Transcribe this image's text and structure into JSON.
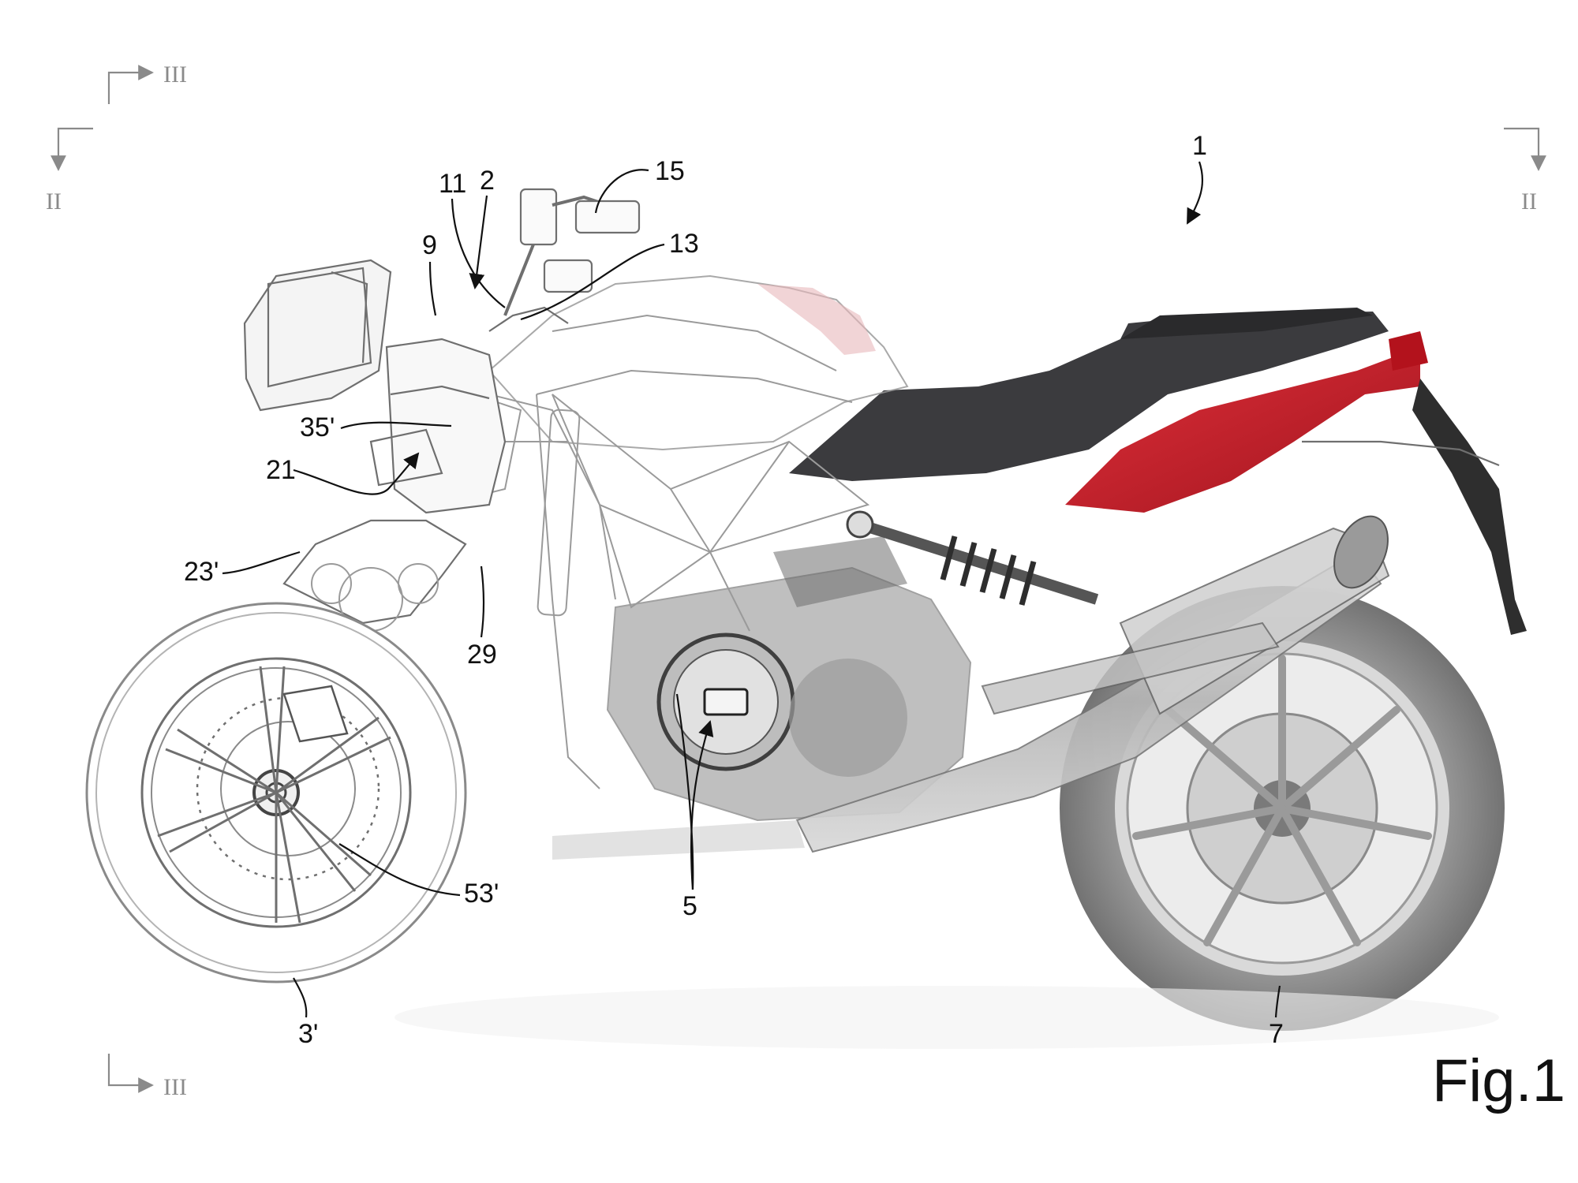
{
  "figure_label": "Fig.1",
  "section_marks": {
    "top_left_III": "III",
    "left_II": "II",
    "right_II": "II",
    "bottom_left_III": "III"
  },
  "reference_numerals": {
    "n1": "1",
    "n2": "2",
    "n3p": "3'",
    "n5": "5",
    "n7": "7",
    "n9": "9",
    "n11": "11",
    "n13": "13",
    "n15": "15",
    "n21": "21",
    "n23p": "23'",
    "n29": "29",
    "n35p": "35'",
    "n53p": "53'"
  },
  "colors": {
    "tail_fairing": "#c8202c",
    "seat": "#3b3b3e",
    "engine": "#8c8c8c",
    "exhaust": "#b9b9b9",
    "rear_tire": "#6a6a6a",
    "line_art": "#9a9a9a"
  }
}
